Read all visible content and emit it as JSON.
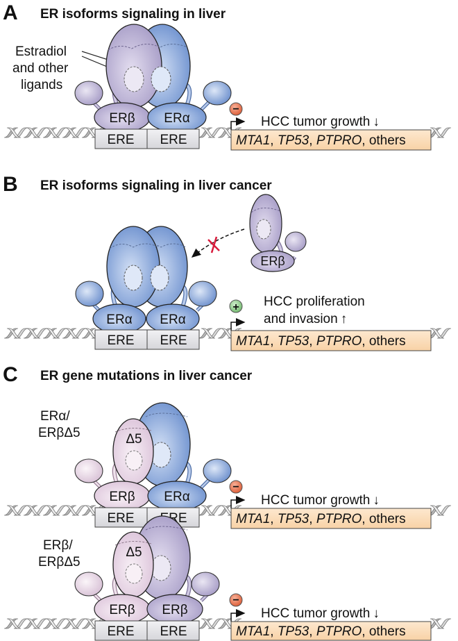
{
  "colors": {
    "beta": "#b3a9cf",
    "beta_light": "#d8d1e8",
    "alpha": "#7f9fd6",
    "alpha_light": "#c2d2ee",
    "delta5": "#e6d3e3",
    "delta5_light": "#f5ecf3",
    "ere_box": "#e6e6e8",
    "gene_box": "#fbdcb6",
    "minus_badge": "#e8744f",
    "plus_badge": "#8cc98a",
    "block_x": "#d81b3c",
    "dna": "#9a9a9a"
  },
  "panels": [
    {
      "letter": "A",
      "title": "ER isoforms signaling in liver",
      "ligand_label": [
        "Estradiol",
        "and other",
        "ligands"
      ],
      "receptors": [
        "ERβ",
        "ERα"
      ],
      "ere": [
        "ERE",
        "ERE"
      ],
      "effect_sign": "−",
      "effect_text": [
        "HCC tumor growth"
      ],
      "effect_arrow": "↓",
      "genes": {
        "g1": "MTA1",
        "sep1": ", ",
        "g2": "TP53",
        "sep2": ", ",
        "g3": "PTPRO",
        "tail": ", others"
      }
    },
    {
      "letter": "B",
      "title": "ER isoforms signaling in liver cancer",
      "receptors": [
        "ERα",
        "ERα"
      ],
      "free_receptor": "ERβ",
      "blocked_mark": "✕",
      "ere": [
        "ERE",
        "ERE"
      ],
      "effect_sign": "+",
      "effect_text": [
        "HCC proliferation",
        "and invasion"
      ],
      "effect_arrow": "↑",
      "genes": {
        "g1": "MTA1",
        "sep1": ", ",
        "g2": "TP53",
        "sep2": ", ",
        "g3": "PTPRO",
        "tail": ", others"
      }
    },
    {
      "letter": "C",
      "title": "ER gene mutations in liver cancer",
      "complexes": [
        {
          "label": [
            "ERα/",
            "ERβΔ5"
          ],
          "delta_label": "Δ5",
          "receptors": [
            "ERβ",
            "ERα"
          ],
          "ere": [
            "ERE",
            "ERE"
          ],
          "effect_sign": "−",
          "effect_text": [
            "HCC tumor growth"
          ],
          "effect_arrow": "↓",
          "genes": {
            "g1": "MTA1",
            "sep1": ", ",
            "g2": "TP53",
            "sep2": ", ",
            "g3": "PTPRO",
            "tail": ", others"
          }
        },
        {
          "label": [
            "ERβ/",
            "ERβΔ5"
          ],
          "delta_label": "Δ5",
          "receptors": [
            "ERβ",
            "ERβ"
          ],
          "ere": [
            "ERE",
            "ERE"
          ],
          "effect_sign": "−",
          "effect_text": [
            "HCC tumor growth"
          ],
          "effect_arrow": "↓",
          "genes": {
            "g1": "MTA1",
            "sep1": ", ",
            "g2": "TP53",
            "sep2": ", ",
            "g3": "PTPRO",
            "tail": ", others"
          }
        }
      ]
    }
  ]
}
